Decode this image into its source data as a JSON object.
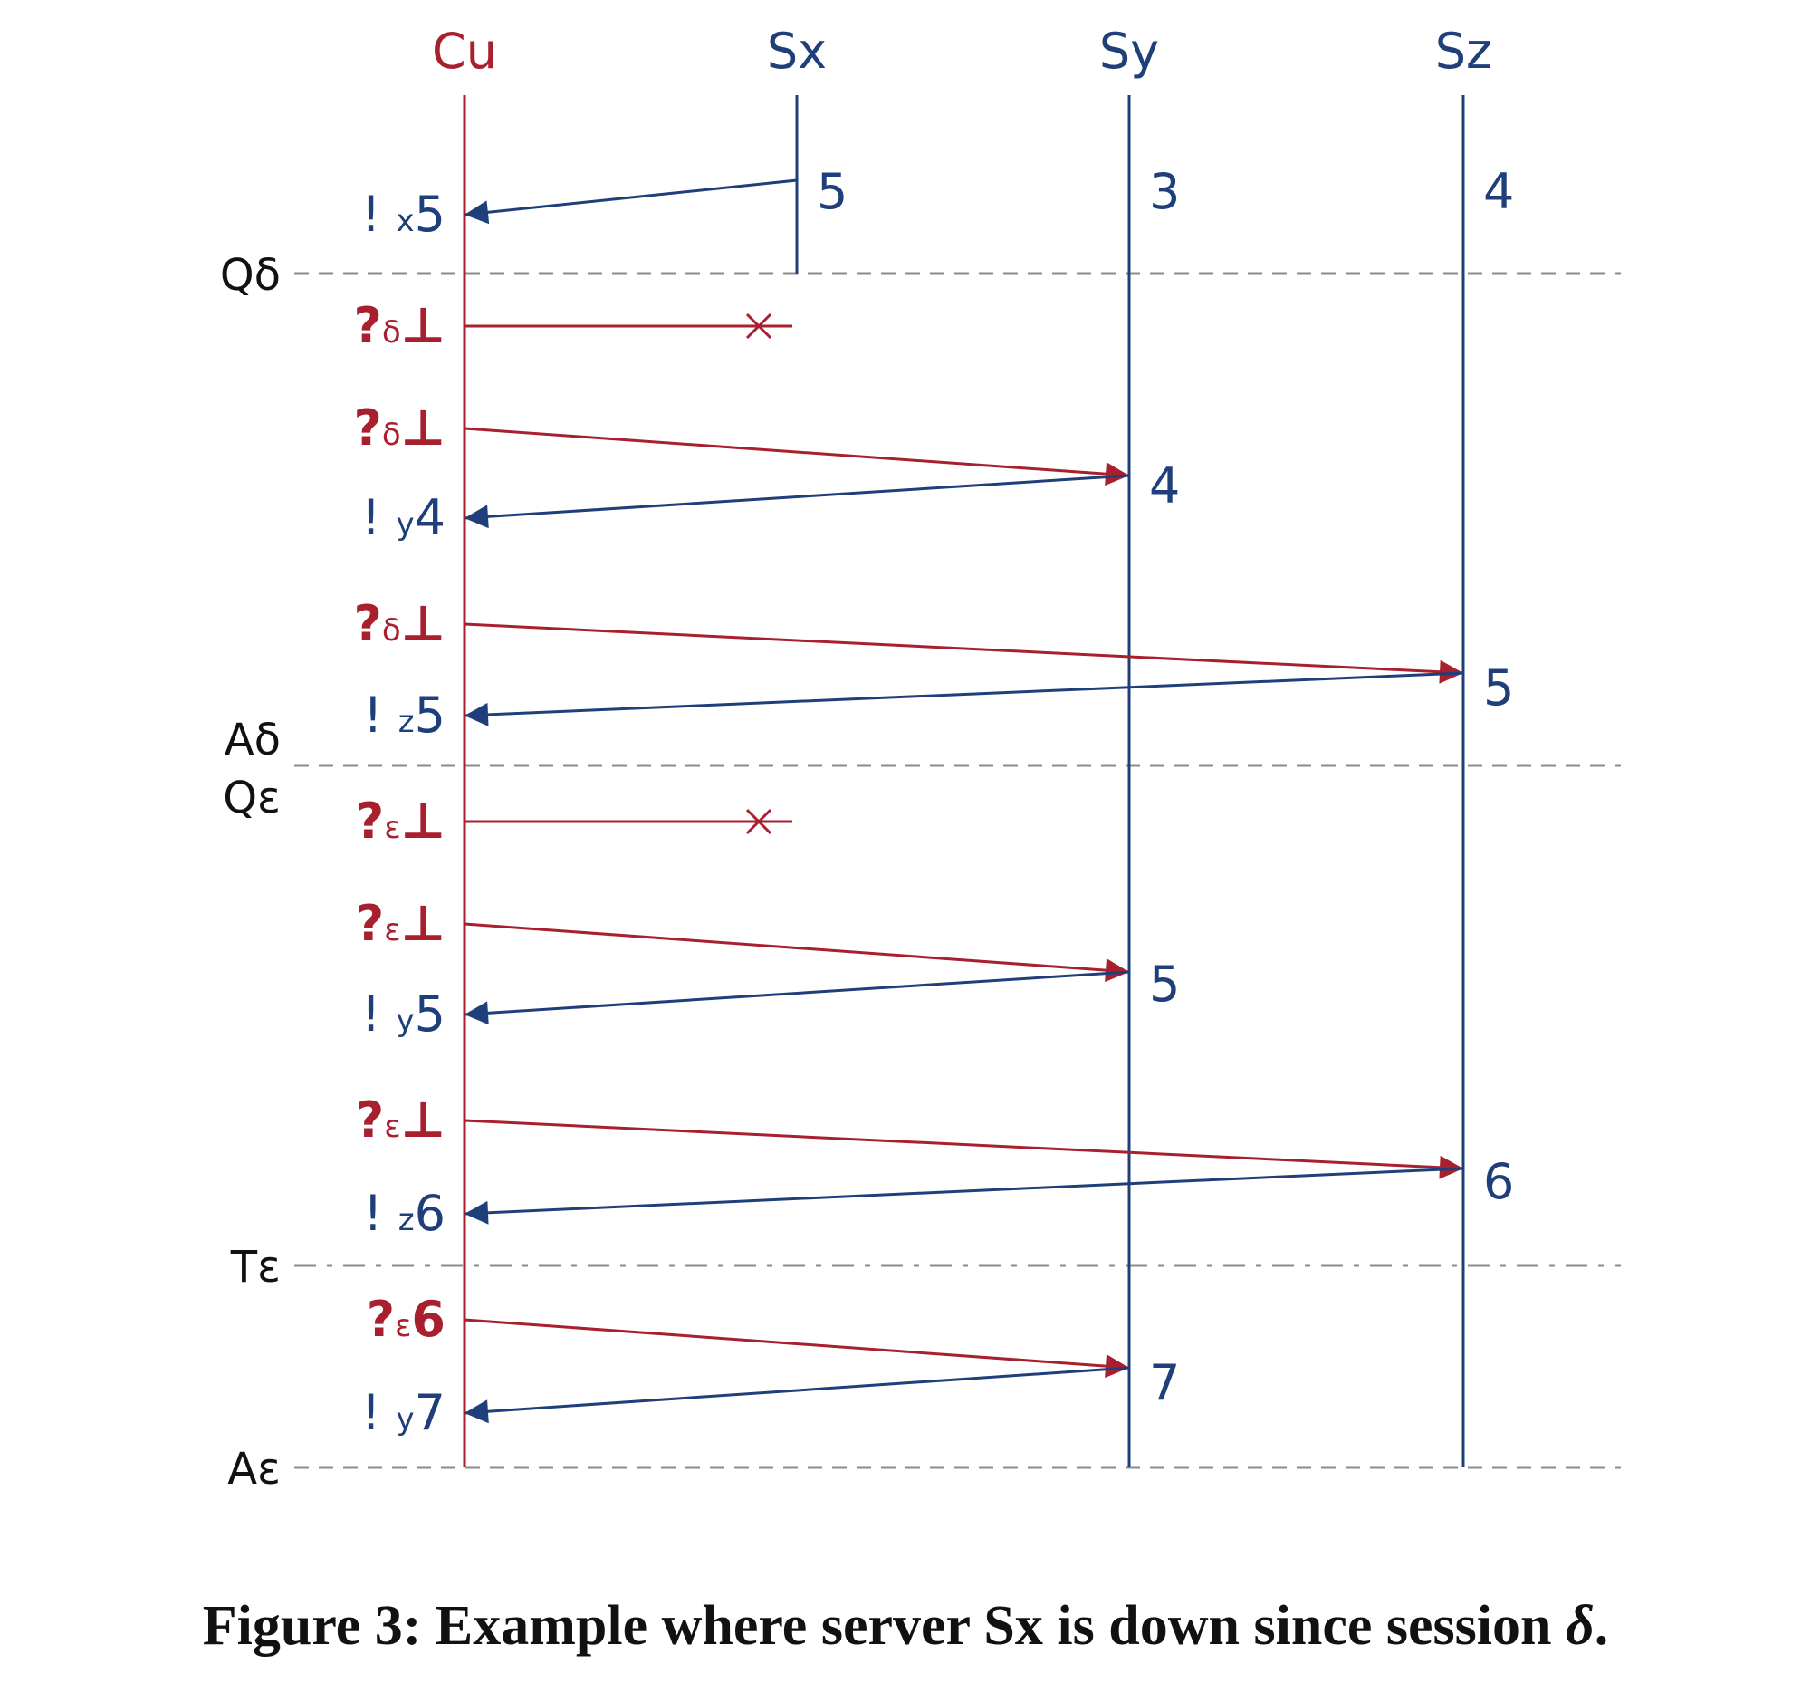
{
  "colors": {
    "client": "#a81f2e",
    "server": "#1f3f7a",
    "separator": "#8c8c8c",
    "text": "#111111"
  },
  "actors": [
    {
      "id": "cu",
      "label": "Cu",
      "role": "client"
    },
    {
      "id": "sx",
      "label": "Sx",
      "role": "server",
      "initial_value": "5"
    },
    {
      "id": "sy",
      "label": "Sy",
      "role": "server",
      "initial_value": "3"
    },
    {
      "id": "sz",
      "label": "Sz",
      "role": "server",
      "initial_value": "4"
    }
  ],
  "separators": [
    {
      "labels": [
        "Qδ"
      ],
      "style": "dashed"
    },
    {
      "labels": [
        "Aδ",
        "Qε"
      ],
      "style": "dashed"
    },
    {
      "labels": [
        "Tε"
      ],
      "style": "dash-dot"
    },
    {
      "labels": [
        "Aε"
      ],
      "style": "dashed"
    }
  ],
  "messages": [
    {
      "type": "reply",
      "from": "sx",
      "label": "!x5"
    },
    {
      "type": "query",
      "to": "sx",
      "label": "?δ⊥",
      "lost": true
    },
    {
      "type": "query",
      "to": "sy",
      "label": "?δ⊥"
    },
    {
      "type": "reply",
      "from": "sy",
      "label": "!y4",
      "server_value": "4"
    },
    {
      "type": "query",
      "to": "sz",
      "label": "?δ⊥"
    },
    {
      "type": "reply",
      "from": "sz",
      "label": "!z5",
      "server_value": "5"
    },
    {
      "type": "query",
      "to": "sx",
      "label": "?ε⊥",
      "lost": true
    },
    {
      "type": "query",
      "to": "sy",
      "label": "?ε⊥"
    },
    {
      "type": "reply",
      "from": "sy",
      "label": "!y5",
      "server_value": "5"
    },
    {
      "type": "query",
      "to": "sz",
      "label": "?ε⊥"
    },
    {
      "type": "reply",
      "from": "sz",
      "label": "!z6",
      "server_value": "6"
    },
    {
      "type": "query",
      "to": "sy",
      "label": "?ε6"
    },
    {
      "type": "reply",
      "from": "sy",
      "label": "!y7",
      "server_value": "7"
    }
  ],
  "caption": {
    "prefix": "Figure 3: Example where server Sx is down since session ",
    "greek": "δ",
    "suffix": "."
  }
}
